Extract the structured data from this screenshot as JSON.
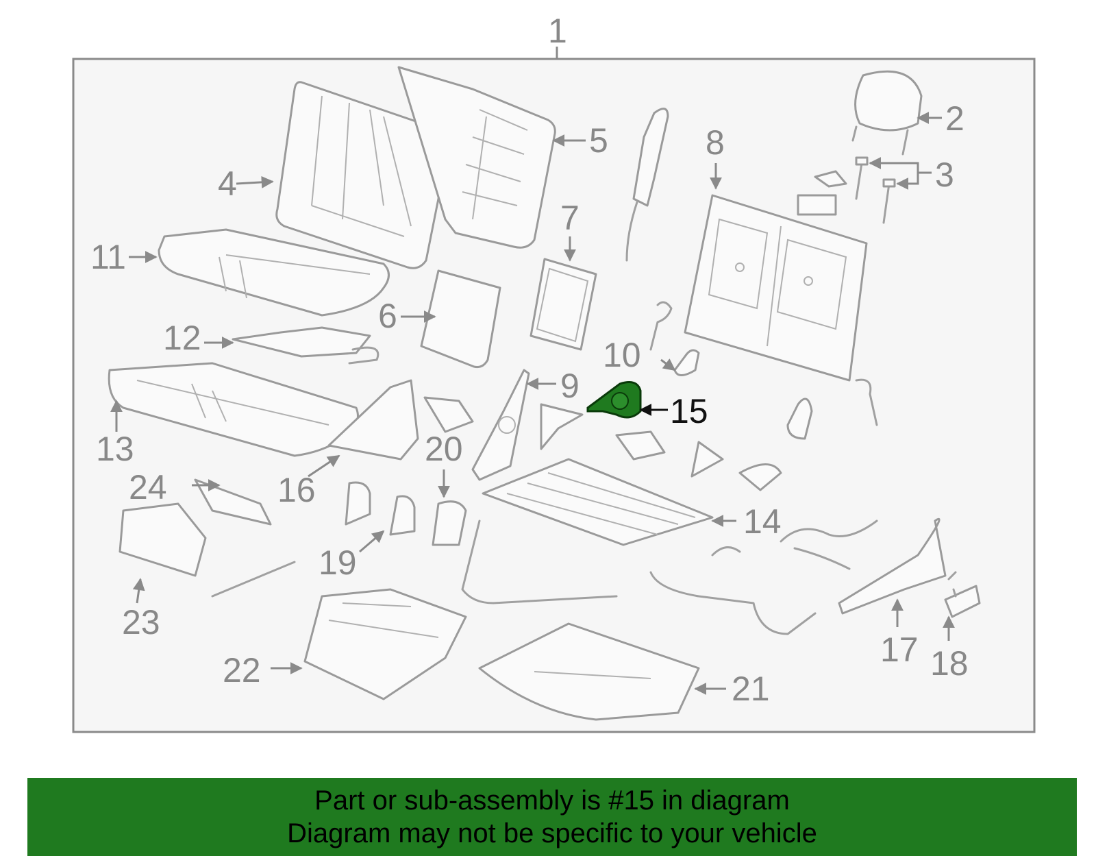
{
  "diagram": {
    "highlighted_part": "15",
    "highlight_color": "#1f7a1f",
    "callouts": [
      "1",
      "2",
      "3",
      "4",
      "5",
      "6",
      "7",
      "8",
      "9",
      "10",
      "11",
      "12",
      "13",
      "14",
      "15",
      "16",
      "17",
      "18",
      "19",
      "20",
      "21",
      "22",
      "23",
      "24"
    ]
  },
  "banner": {
    "line1": "Part or sub-assembly is #15 in diagram",
    "line2": "Diagram may not be specific to your vehicle",
    "background": "#1f7a1f"
  }
}
